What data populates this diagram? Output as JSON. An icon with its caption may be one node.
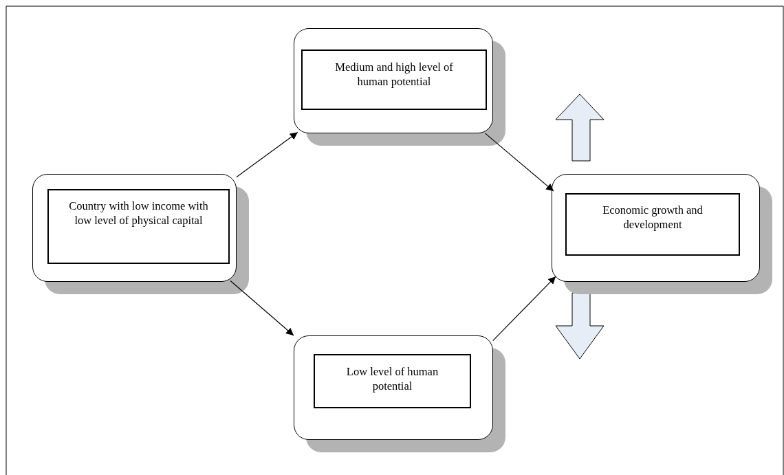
{
  "diagram": {
    "nodes": [
      {
        "text": [],
        "shape": "box"
      },
      {
        "text": [
          "Country with low income with low level of physical capital"
        ],
        "in": 0
      },
      {
        "text": [],
        "shape": "box"
      },
      {
        "text": [
          "Medium and high level of human potential"
        ],
        "in": 2
      },
      {
        "text": [],
        "shape": "box"
      },
      {
        "text": [
          "Low level of human potential"
        ],
        "in": 4
      },
      {
        "text": [],
        "shape": "box"
      },
      {
        "text": [
          "Economic growth and development"
        ],
        "in": 6
      }
    ],
    "edges": [
      {
        "from": 0,
        "to": 2,
        "arrow": "to"
      },
      {
        "from": 0,
        "to": 4,
        "arrow": "to"
      },
      {
        "from": 2,
        "to": 6,
        "arrow": "to"
      },
      {
        "from": 4,
        "to": 6,
        "arrow": "to"
      }
    ]
  }
}
